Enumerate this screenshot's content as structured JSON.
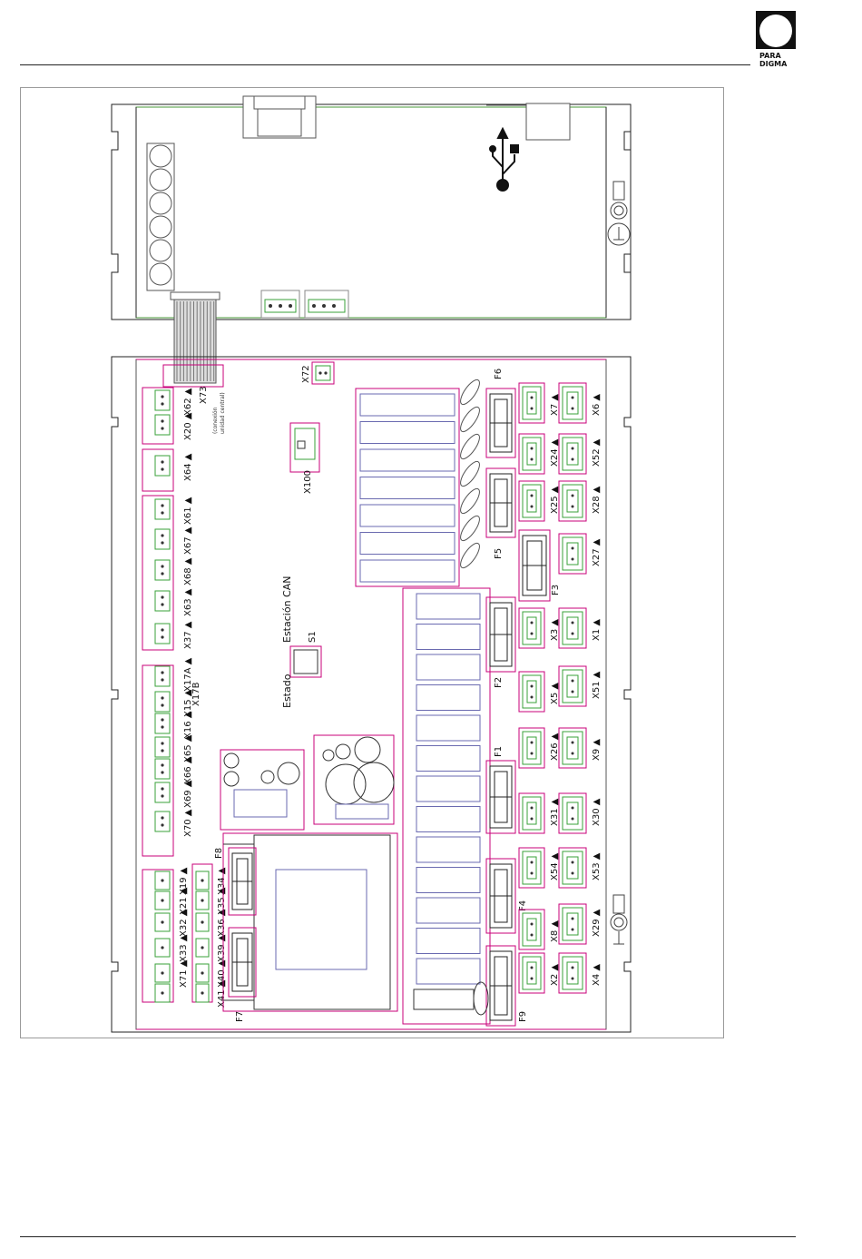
{
  "logo": {
    "line1": "PARA",
    "line2": "DIGMA"
  },
  "labels": {
    "estacion_can": "Estación CAN",
    "estado": "Estado",
    "s1": "S1",
    "x100": "X100",
    "x72": "X72",
    "x73": "X73",
    "x73_note_1": "(conexión",
    "x73_note_2": "unidad central)",
    "x17b": "X17B"
  },
  "left_connectors": [
    "X62",
    "X20",
    "X64",
    "X61",
    "X67",
    "X68",
    "X63",
    "X37",
    "X17A",
    "X15",
    "X16",
    "X65",
    "X66",
    "X69",
    "X70"
  ],
  "bottom_connectors": [
    {
      "top": "X19",
      "bot": "X34"
    },
    {
      "top": "X21",
      "bot": "X35"
    },
    {
      "top": "X32",
      "bot": "X36"
    },
    {
      "top": "X33",
      "bot": "X39"
    },
    {
      "top": "X71",
      "bot": "X40"
    },
    {
      "top": "",
      "bot": "X41"
    }
  ],
  "right_inner": [
    "X7",
    "X24",
    "X25",
    "X3",
    "X5",
    "X26",
    "X31",
    "X54",
    "X8",
    "X2"
  ],
  "right_outer": [
    "X6",
    "X52",
    "X28",
    "X27",
    "X1",
    "X51",
    "X9",
    "X30",
    "X53",
    "X29",
    "X4"
  ],
  "fuses": {
    "f1": "F1",
    "f2": "F2",
    "f3": "F3",
    "f4": "F4",
    "f5": "F5",
    "f6": "F6",
    "f7": "F7",
    "f8": "F8",
    "f9": "F9"
  },
  "colors": {
    "board_outline": "#c8007a",
    "upper_outline": "#4a9a3a",
    "connector": "#3aa03a",
    "fuse": "#222222",
    "relay": "#6a6ab0"
  }
}
